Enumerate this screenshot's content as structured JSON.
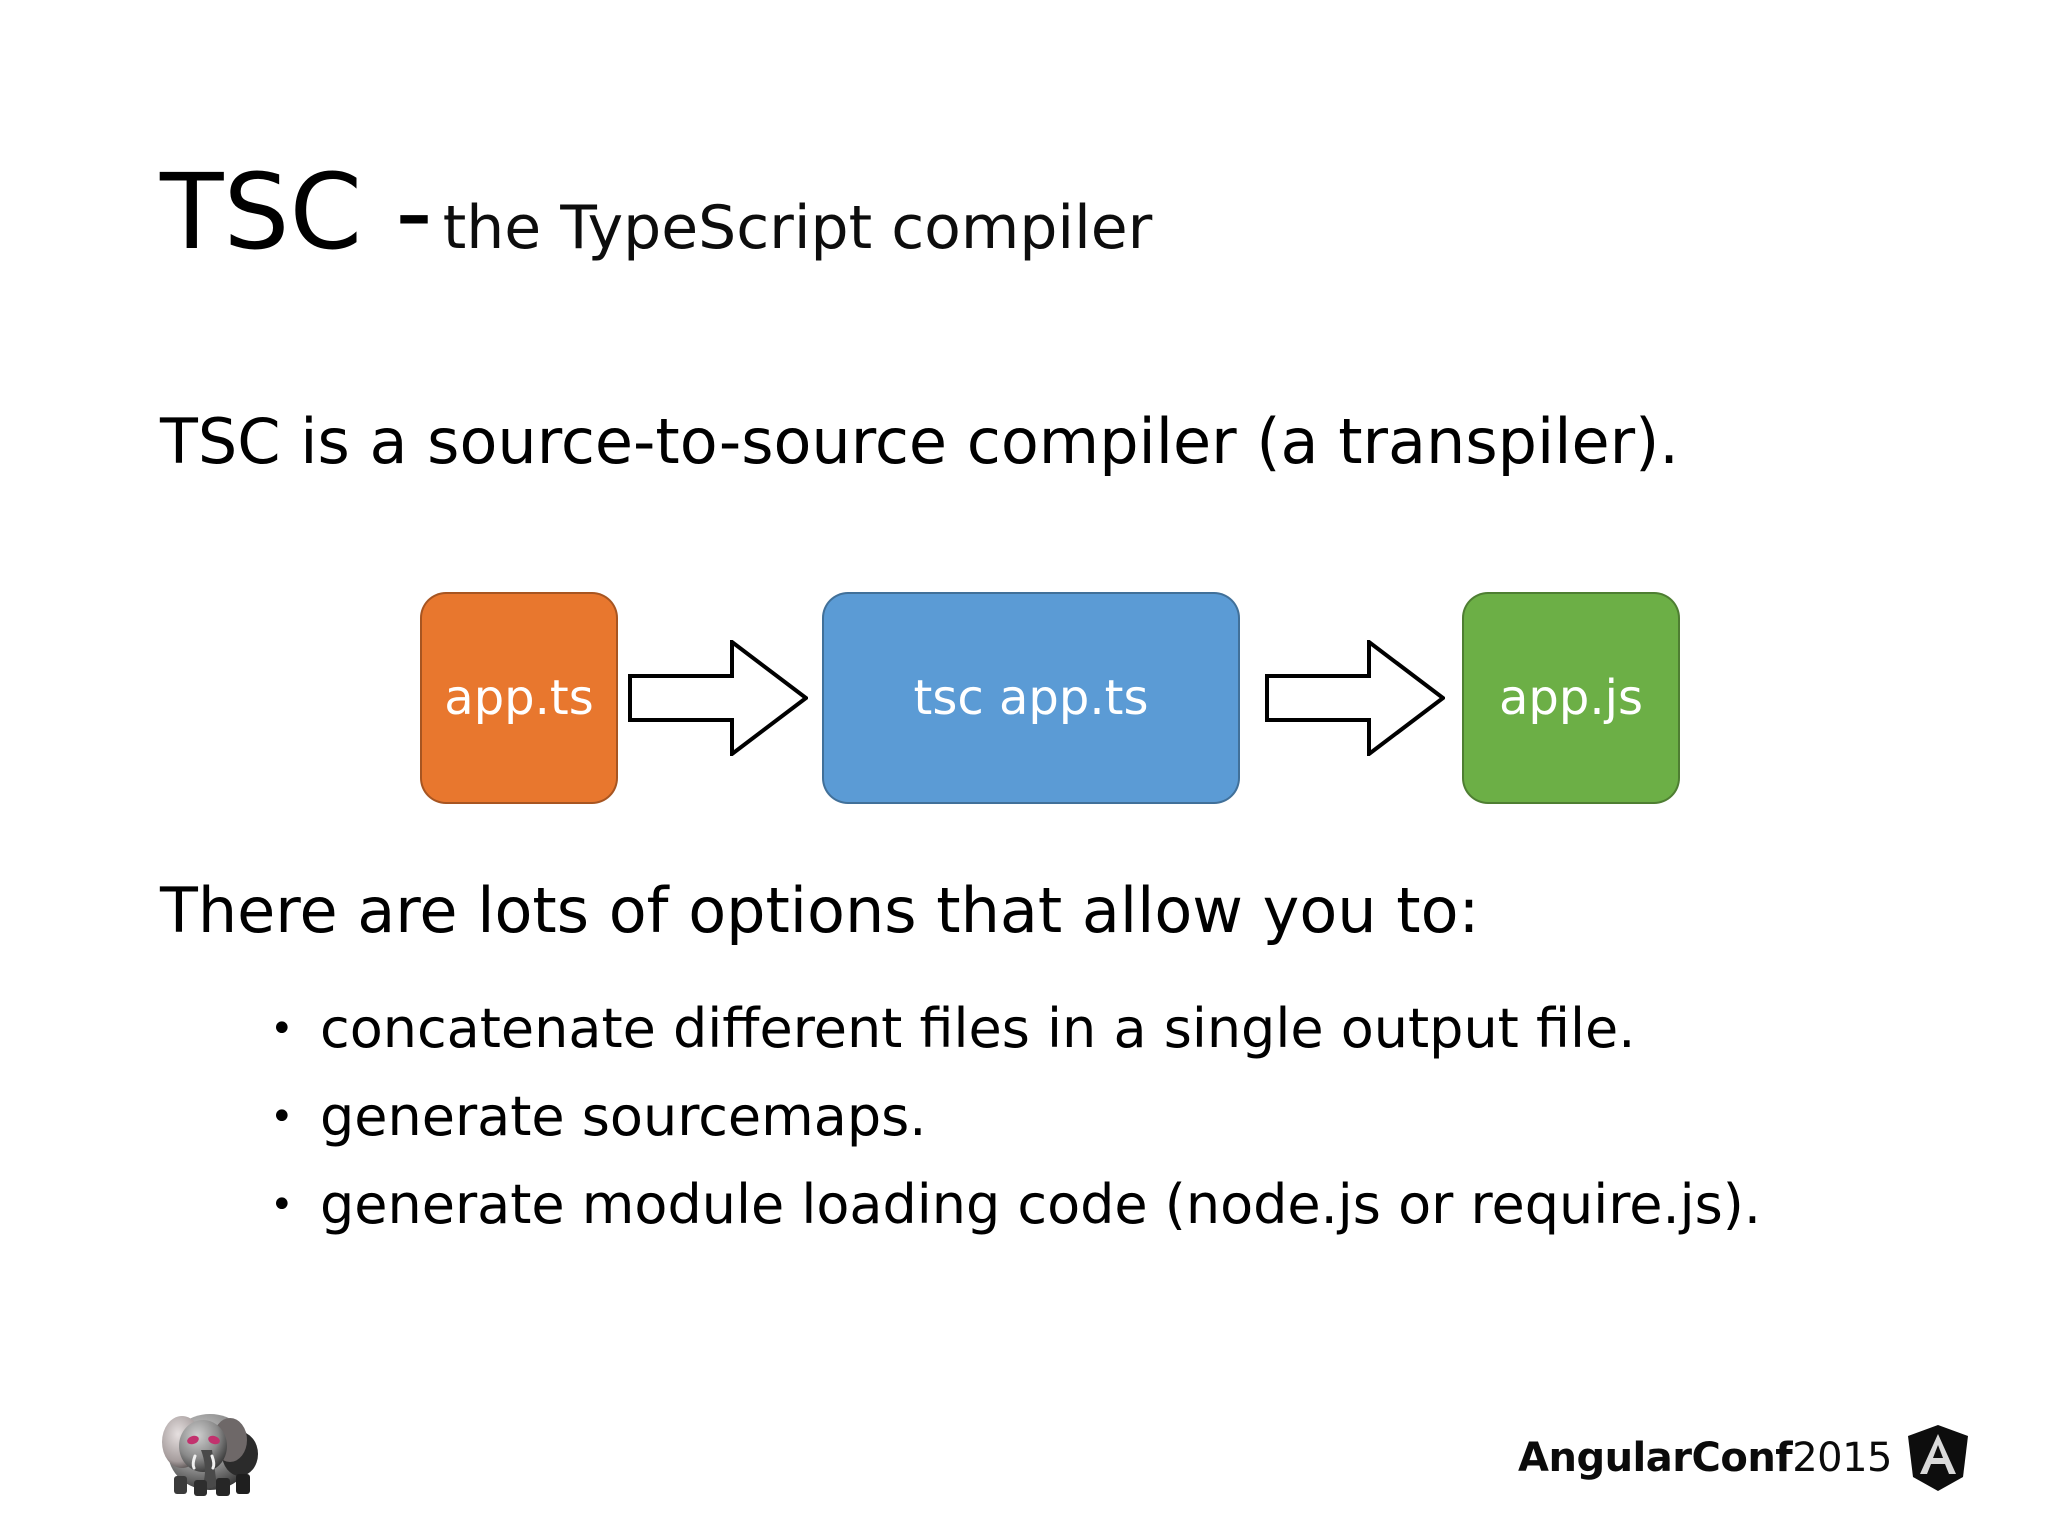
{
  "slide": {
    "background_color": "#ffffff",
    "title": {
      "main": "TSC -",
      "sub": "the TypeScript compiler"
    },
    "lead_line": "TSC is a source-to-source compiler (a transpiler).",
    "options_heading": "There are lots of options that allow you to:",
    "bullets": [
      {
        "marker": "•",
        "text": "concatenate different files in a single output file."
      },
      {
        "marker": "•",
        "text": "generate sourcemaps."
      },
      {
        "marker": "•",
        "text": "generate module loading code (node.js or require.js)."
      }
    ],
    "diagram": {
      "type": "flow",
      "nodes": [
        {
          "id": "source",
          "label": "app.ts",
          "fill": "#E8772E",
          "text_color": "#ffffff"
        },
        {
          "id": "command",
          "label": "tsc app.ts",
          "fill": "#5B9BD5",
          "text_color": "#ffffff"
        },
        {
          "id": "output",
          "label": "app.js",
          "fill": "#6CAF46",
          "text_color": "#ffffff"
        }
      ],
      "arrows": [
        {
          "id": "arrow-source-to-command",
          "from": "source",
          "to": "command",
          "style": "block-arrow-right",
          "fill": "#ffffff",
          "stroke": "#000000"
        },
        {
          "id": "arrow-command-to-output",
          "from": "command",
          "to": "output",
          "style": "block-arrow-right",
          "fill": "#ffffff",
          "stroke": "#000000"
        }
      ]
    },
    "footer": {
      "brand_name": "AngularConf",
      "brand_year": "2015",
      "angular_logo_color": "#0d0d0d",
      "elephant_logo_name": "elephant-mascot"
    }
  }
}
